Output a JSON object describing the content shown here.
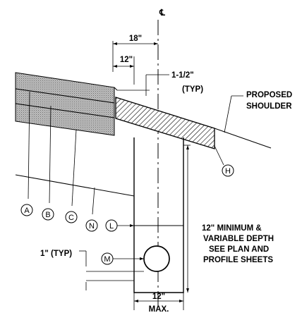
{
  "drawing": {
    "centerline": "℄",
    "dims": {
      "d18": "18\"",
      "d12_top": "12\"",
      "d1_5": "1-1/2\"",
      "typ_a": "(TYP)",
      "d1_typ": "1\" (TYP)",
      "d12_bottom": "12\"",
      "max": "MAX."
    },
    "notes": {
      "shoulder_1": "PROPOSED",
      "shoulder_2": "SHOULDER",
      "depth_1": "12\" MINIMUM &",
      "depth_2": "VARIABLE DEPTH",
      "depth_3": "SEE PLAN AND",
      "depth_4": "PROFILE SHEETS"
    },
    "callouts": [
      "A",
      "B",
      "C",
      "N",
      "L",
      "M",
      "H"
    ]
  }
}
